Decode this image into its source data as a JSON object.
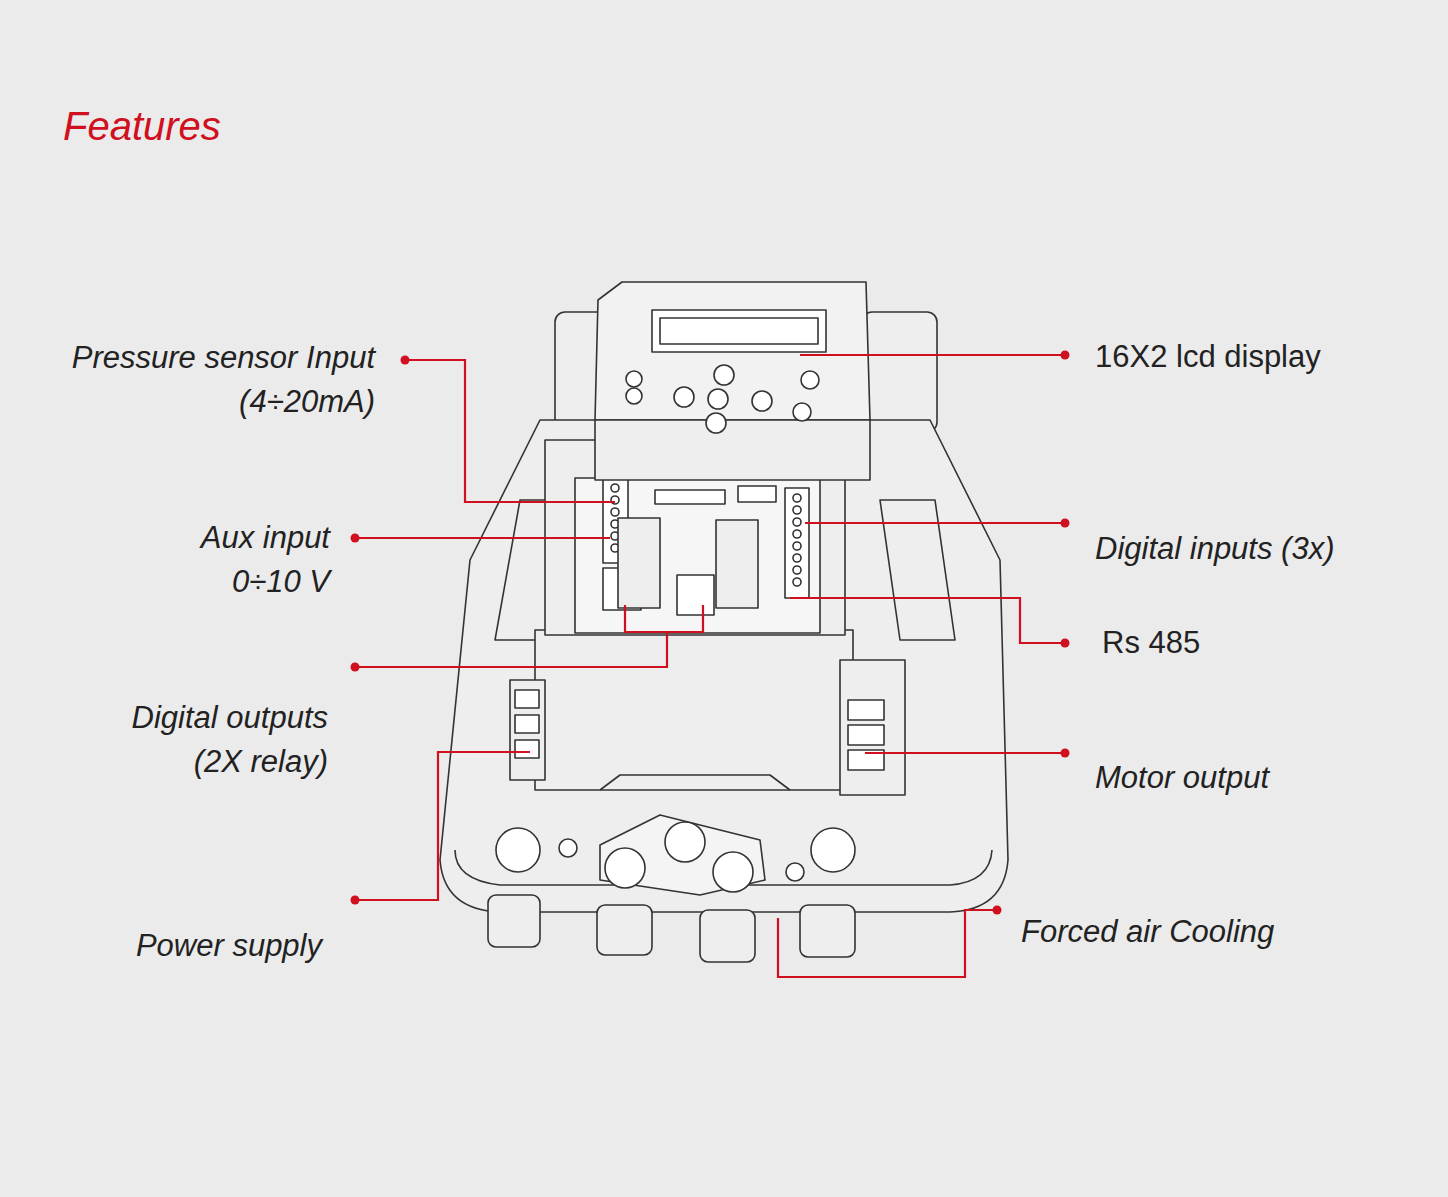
{
  "diagram": {
    "title": "Features",
    "labels": [
      "Pressure sensor Input (4÷20mA)",
      "Aux input 0÷10 V",
      "Digital outputs (2X relay)",
      "Power supply",
      "16X2 lcd display",
      "Digital inputs (3x)",
      "Rs 485",
      "Motor output",
      "Forced air Cooling"
    ]
  }
}
